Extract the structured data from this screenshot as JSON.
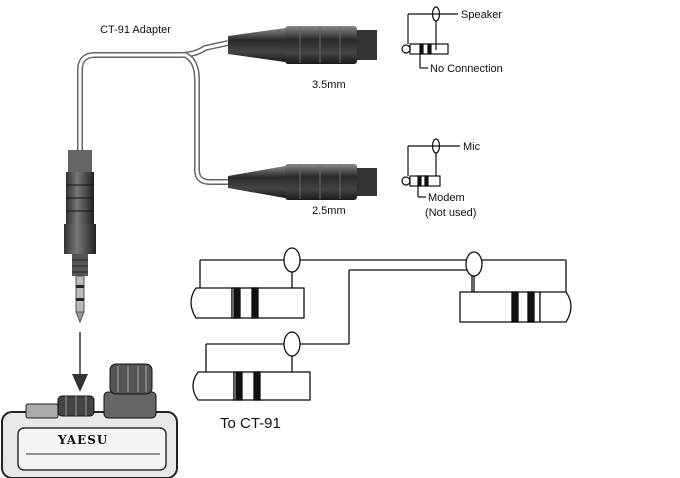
{
  "diagram": {
    "adapter_label": "CT-91 Adapter",
    "jack_35_label": "3.5mm",
    "jack_25_label": "2.5mm",
    "speaker_label": "Speaker",
    "no_connection_label": "No Connection",
    "mic_label": "Mic",
    "modem_label": "Modem",
    "not_used_label": "(Not used)",
    "to_ct91_label": "To CT-91",
    "radio_brand": "YAESU"
  }
}
